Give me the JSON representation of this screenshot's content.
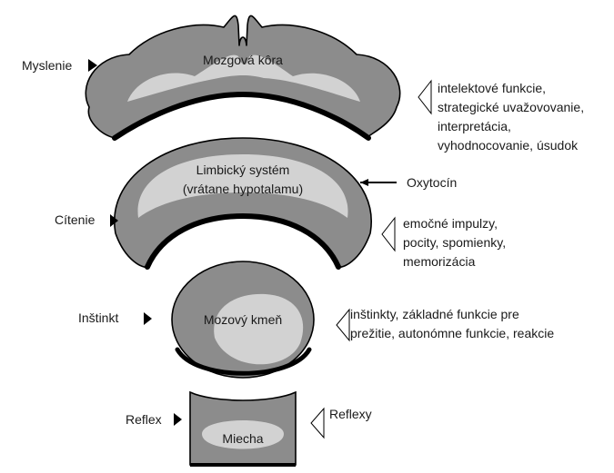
{
  "structures": {
    "cortex": "Mozgová kôra",
    "limbic_line1": "Limbický systém",
    "limbic_line2": "(vrátane hypotalamu)",
    "brainstem": "Mozový kmeň",
    "spinal_cord": "Miecha"
  },
  "levels": {
    "thinking": "Myslenie",
    "feeling": "Cítenie",
    "instinct": "Inštinkt",
    "reflex": "Reflex"
  },
  "functions": {
    "cortex": [
      "intelektové funkcie,",
      "strategické uvažovovanie,",
      "interpretácia,",
      "vyhodnocovanie, úsudok"
    ],
    "limbic": [
      "emočné impulzy,",
      "pocity, spomienky,",
      "memorizácia"
    ],
    "brainstem": [
      "inštinkty, základné funkcie pre",
      "prežitie, autonómne funkcie, reakcie"
    ],
    "spinal_cord": [
      "Reflexy"
    ]
  },
  "input": {
    "label": "Oxytocín"
  },
  "colors": {
    "fill": "#8c8c8c",
    "highlight": "#d2d2d2",
    "outline": "#000000"
  }
}
